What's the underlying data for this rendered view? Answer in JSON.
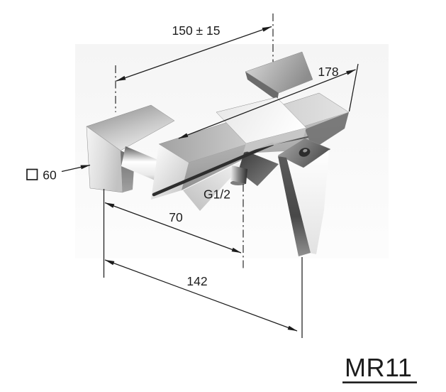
{
  "drawing": {
    "model": "MR11",
    "dims": {
      "connection_spacing": "150 ± 15",
      "depth": "178",
      "escutcheon_square": "60",
      "outlet_thread": "G1/2",
      "outlet_offset": "70",
      "overall": "142"
    },
    "colors": {
      "line": "#1c1c1c",
      "chrome_light": "#f5f5f5",
      "chrome_mid": "#a8a8a8",
      "chrome_dark": "#3a3a3a",
      "photo_background": "#f4f4f4"
    }
  }
}
